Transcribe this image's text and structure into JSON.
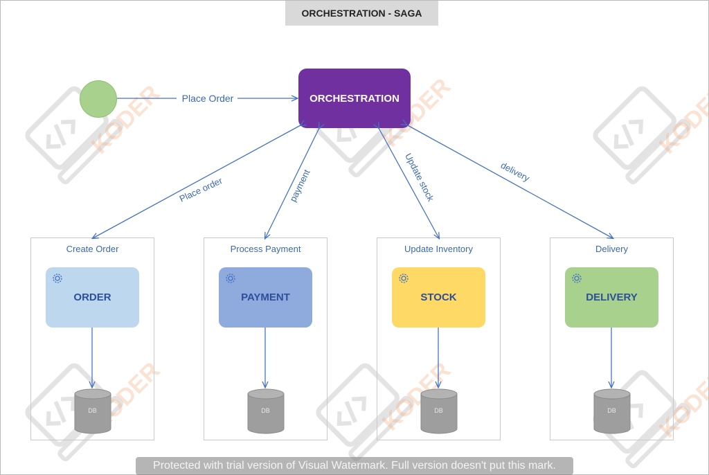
{
  "diagram": {
    "title": "ORCHESTRATION - SAGA",
    "orchestrator": {
      "label": "ORCHESTRATION",
      "color": "#7030a0"
    },
    "start_node": {
      "color": "#a9d18e"
    },
    "edges": {
      "place_order_main": "Place Order",
      "place_order_lane": "Place order",
      "payment": "payment",
      "update_stock": "Update stock",
      "delivery": "delivery"
    },
    "lanes": [
      {
        "caption": "Create Order",
        "service": "ORDER",
        "color": "#bdd7ee",
        "db": "DB"
      },
      {
        "caption": "Process Payment",
        "service": "PAYMENT",
        "color": "#8faadc",
        "db": "DB"
      },
      {
        "caption": "Update Inventory",
        "service": "STOCK",
        "color": "#ffd966",
        "db": "DB"
      },
      {
        "caption": "Delivery",
        "service": "DELIVERY",
        "color": "#a9d18e",
        "db": "DB"
      }
    ],
    "arrow_color": "#4472c4",
    "gear_icon": "gear-icon",
    "db_icon": "database-cylinder-icon"
  },
  "watermark": {
    "brand": "KODER",
    "notice": "Protected with trial version of Visual Watermark. Full version doesn't put this mark."
  }
}
